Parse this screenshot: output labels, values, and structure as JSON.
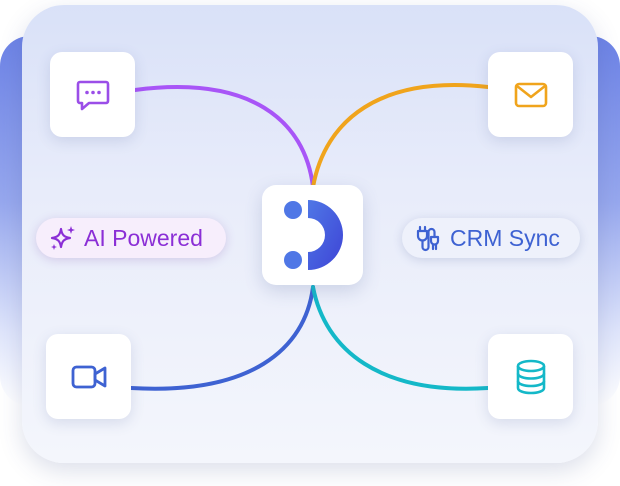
{
  "pills": {
    "ai": {
      "label": "AI Powered",
      "icon": "sparkles-icon",
      "color": "#8b2fd6"
    },
    "crm": {
      "label": "CRM Sync",
      "icon": "plug-icon",
      "color": "#3e62d2"
    }
  },
  "tiles": [
    {
      "name": "chat-tile",
      "icon": "chat-bubble-icon",
      "color": "#9b4ee8"
    },
    {
      "name": "mail-tile",
      "icon": "mail-icon",
      "color": "#f0a41c"
    },
    {
      "name": "video-tile",
      "icon": "video-camera-icon",
      "color": "#3e62d2"
    },
    {
      "name": "database-tile",
      "icon": "database-icon",
      "color": "#14b8c8"
    }
  ],
  "hub": {
    "icon": "hub-logo-icon",
    "colors": [
      "#4f77e6",
      "#3e52d8"
    ]
  },
  "connectors": {
    "top_left": "#a855f7",
    "top_right": "#f0a41c",
    "bottom_left": "#3e62d2",
    "bottom_right": "#14b8c8"
  }
}
